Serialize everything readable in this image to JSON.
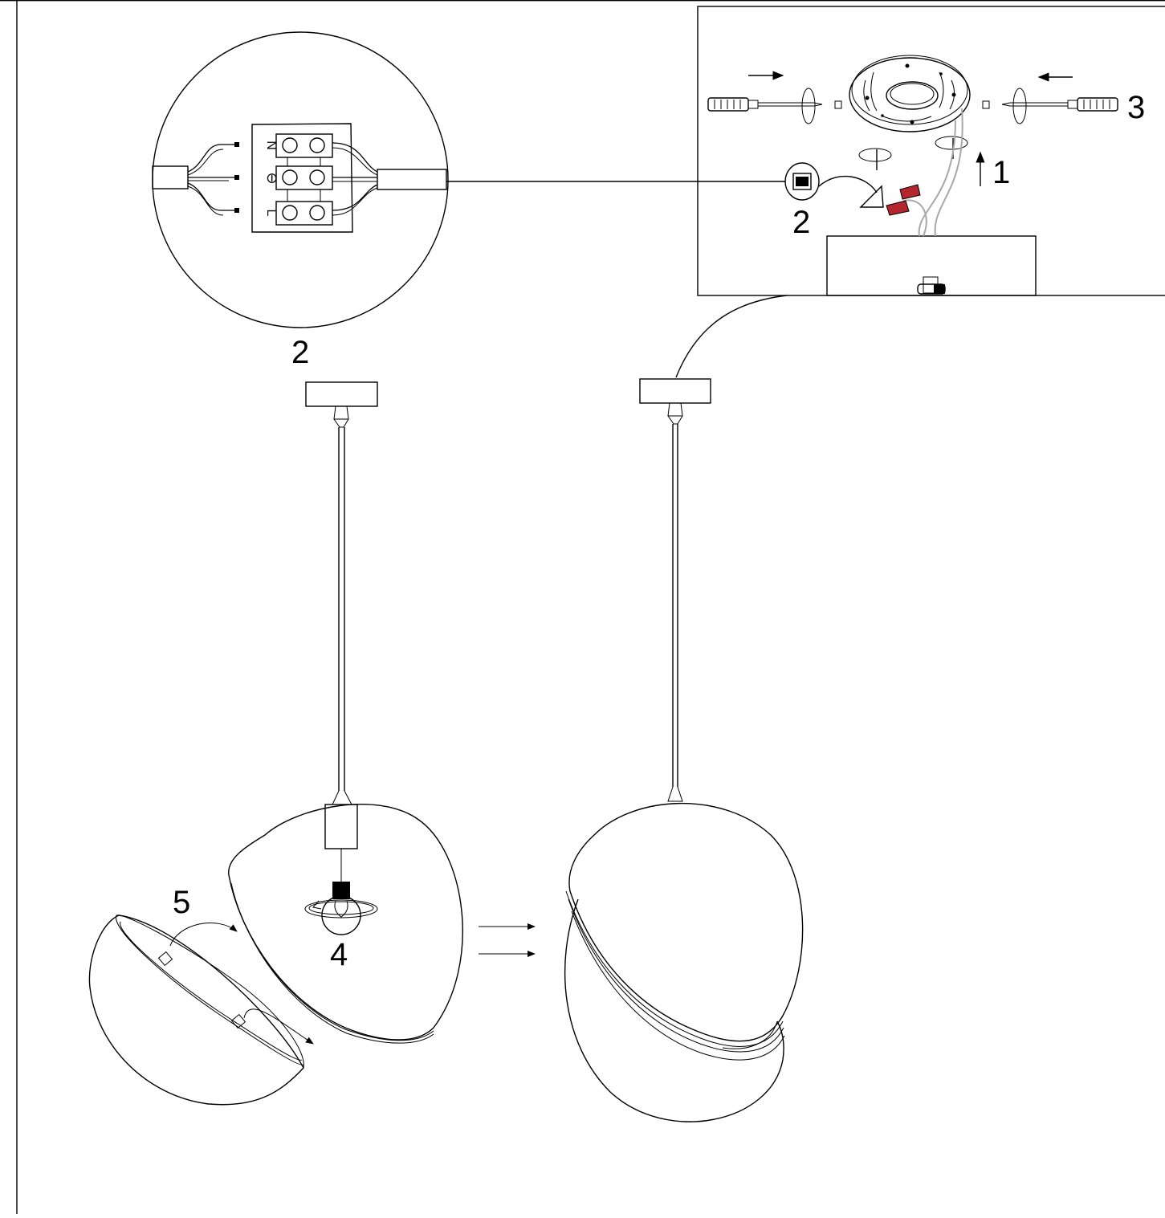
{
  "diagram": {
    "step_labels": {
      "step_1": "1",
      "step_2_inset": "2",
      "step_2_detail": "2",
      "step_3": "3",
      "step_4": "4",
      "step_5": "5"
    },
    "terminal_labels": {
      "neutral": "N",
      "earth": "⊖",
      "live": "L"
    },
    "colors": {
      "line": "#000000",
      "wire_gray": "#a8a8a8",
      "wire_connector_red": "#b3262d",
      "background": "#ffffff"
    }
  }
}
